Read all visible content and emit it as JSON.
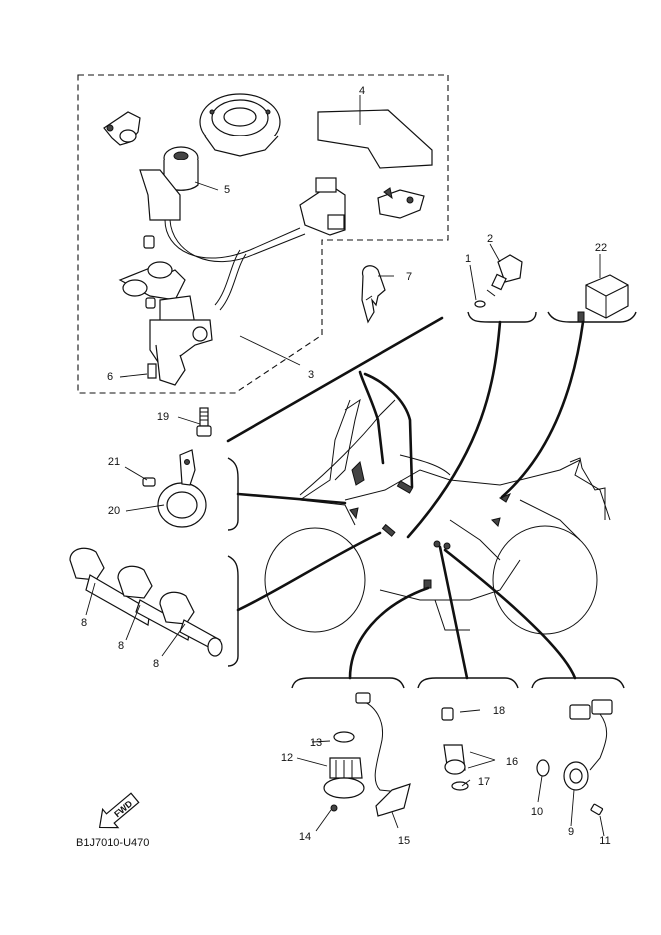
{
  "diagram_code": "B1J7010-U470",
  "fwd_label": "FWD",
  "callouts": {
    "c1": "1",
    "c2": "2",
    "c3": "3",
    "c4": "4",
    "c5": "5",
    "c6": "6",
    "c7": "7",
    "c8a": "8",
    "c8b": "8",
    "c8c": "8",
    "c9": "9",
    "c10": "10",
    "c11": "11",
    "c12": "12",
    "c13": "13",
    "c14": "14",
    "c15": "15",
    "c16": "16",
    "c17": "17",
    "c18": "18",
    "c19": "19",
    "c20": "20",
    "c21": "21",
    "c22": "22"
  }
}
